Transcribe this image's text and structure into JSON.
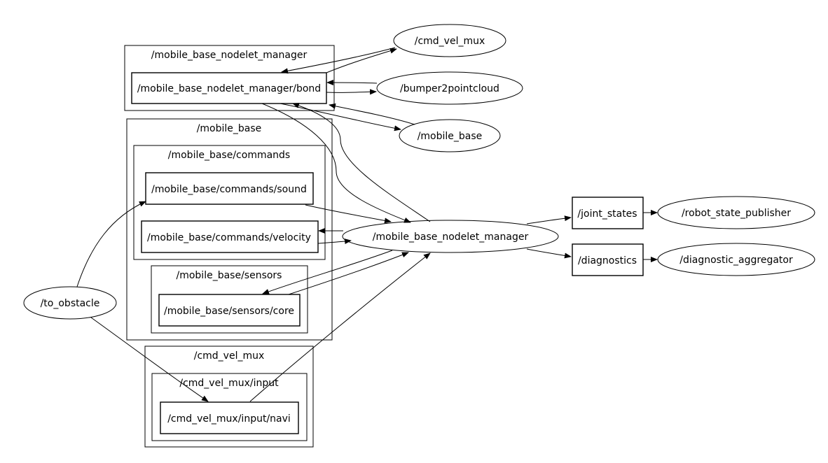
{
  "clusters": {
    "nodelet_manager_group": "/mobile_base_nodelet_manager",
    "mobile_base": "/mobile_base",
    "commands": "/mobile_base/commands",
    "sensors": "/mobile_base/sensors",
    "cmd_vel_mux": "/cmd_vel_mux",
    "cmd_vel_mux_input": "/cmd_vel_mux/input"
  },
  "topics": {
    "bond": "/mobile_base_nodelet_manager/bond",
    "sound": "/mobile_base/commands/sound",
    "velocity": "/mobile_base/commands/velocity",
    "core": "/mobile_base/sensors/core",
    "navi": "/cmd_vel_mux/input/navi",
    "joint_states": "/joint_states",
    "diagnostics": "/diagnostics"
  },
  "nodes": {
    "cmd_vel_mux": "/cmd_vel_mux",
    "bumper2pointcloud": "/bumper2pointcloud",
    "mobile_base": "/mobile_base",
    "nodelet_manager": "/mobile_base_nodelet_manager",
    "robot_state_publisher": "/robot_state_publisher",
    "diagnostic_aggregator": "/diagnostic_aggregator",
    "to_obstacle": "/to_obstacle"
  }
}
